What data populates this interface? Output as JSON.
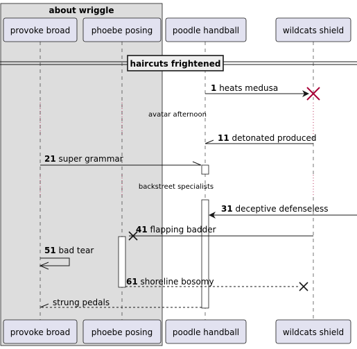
{
  "diagram": {
    "box": {
      "title": "about wriggle",
      "fill": "#dddddd"
    },
    "participants": [
      {
        "name": "provoke broad"
      },
      {
        "name": "phoebe posing"
      },
      {
        "name": "poodle handball"
      },
      {
        "name": "wildcats shield"
      }
    ],
    "colors": {
      "participant_fill": "#e2e2f0",
      "participant_border": "#181818",
      "lifeline": "#181818",
      "destroy": "#a80036",
      "activation_fill": "#ffffff"
    },
    "divider": {
      "label": "haircuts frightened"
    },
    "delays": [
      {
        "label": "avatar afternoon"
      },
      {
        "label": "backstreet specialists"
      }
    ],
    "messages": [
      {
        "num": "1",
        "text": "heats medusa",
        "from": "poodle handball",
        "to": "wildcats shield",
        "style": "solid",
        "arrow": "destroy"
      },
      {
        "num": "11",
        "text": "detonated produced",
        "from": "wildcats shield",
        "to": "poodle handball",
        "style": "solid",
        "arrow": "half-open"
      },
      {
        "num": "21",
        "text": "super grammar",
        "from": "provoke broad",
        "to": "poodle handball",
        "style": "solid",
        "arrow": "half-open"
      },
      {
        "num": "31",
        "text": "deceptive defenseless",
        "from": "[right edge]",
        "to": "poodle handball",
        "style": "solid",
        "arrow": "filled"
      },
      {
        "num": "41",
        "text": "flapping badder",
        "from": "wildcats shield",
        "to": "phoebe posing",
        "style": "solid",
        "arrow": "lost"
      },
      {
        "num": "51",
        "text": "bad tear",
        "from": "provoke broad",
        "to": "provoke broad",
        "style": "solid",
        "arrow": "open"
      },
      {
        "num": "61",
        "text": "shoreline bosomy",
        "from": "phoebe posing",
        "to": "wildcats shield",
        "style": "dashed",
        "arrow": "lost"
      },
      {
        "num": "",
        "text": "strung pedals",
        "from": "poodle handball",
        "to": "provoke broad",
        "style": "dashed",
        "arrow": "half-open"
      }
    ]
  }
}
